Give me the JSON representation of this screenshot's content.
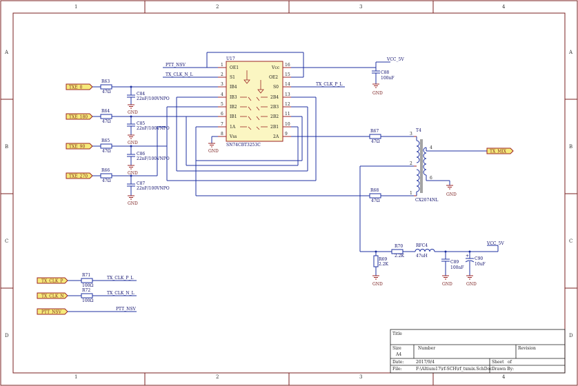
{
  "frame": {
    "col_labels": [
      "1",
      "2",
      "3",
      "4"
    ],
    "row_labels": [
      "A",
      "B",
      "C",
      "D"
    ]
  },
  "ic": {
    "refdes": "U17",
    "part": "SN74CBT3253C",
    "left_pins": [
      {
        "num": "1",
        "name": "OE1"
      },
      {
        "num": "2",
        "name": "S1"
      },
      {
        "num": "3",
        "name": "IB4"
      },
      {
        "num": "4",
        "name": "IB3"
      },
      {
        "num": "5",
        "name": "IB2"
      },
      {
        "num": "6",
        "name": "IB1"
      },
      {
        "num": "7",
        "name": "1A"
      },
      {
        "num": "8",
        "name": "Vss"
      }
    ],
    "right_pins": [
      {
        "num": "16",
        "name": "Vcc"
      },
      {
        "num": "15",
        "name": "OE2"
      },
      {
        "num": "14",
        "name": "S0"
      },
      {
        "num": "13",
        "name": "2B4"
      },
      {
        "num": "12",
        "name": "2B3"
      },
      {
        "num": "11",
        "name": "2B2"
      },
      {
        "num": "10",
        "name": "2B1"
      },
      {
        "num": "9",
        "name": "2A"
      }
    ]
  },
  "ports": {
    "txe_0": "TXE_0",
    "txe_180": "TXE_180",
    "txe_90": "TXE_90",
    "txe_270": "TXE_270",
    "tx_mix": "TX_MIX",
    "tx_clk_p": "TX_CLK_P",
    "tx_clk_n": "TX_CLK_N",
    "ptt_nsv": "PTT_NSV"
  },
  "nets": {
    "ptt_nsv": "PTT_NSV",
    "tx_clk_n_l": "TX_CLK_N_L",
    "tx_clk_p_l": "TX_CLK_P_L",
    "vcc_5v": "VCC_5V"
  },
  "gnd_label": "GND",
  "resistors": [
    {
      "ref": "R63",
      "value": "47Ω"
    },
    {
      "ref": "R64",
      "value": "47Ω"
    },
    {
      "ref": "R65",
      "value": "47Ω"
    },
    {
      "ref": "R66",
      "value": "47Ω"
    },
    {
      "ref": "R67",
      "value": "47Ω"
    },
    {
      "ref": "R68",
      "value": "47Ω"
    },
    {
      "ref": "R69",
      "value": "2.2K"
    },
    {
      "ref": "R70",
      "value": "2.2K"
    },
    {
      "ref": "R71",
      "value": "100Ω"
    },
    {
      "ref": "R72",
      "value": "100Ω"
    }
  ],
  "capacitors": [
    {
      "ref": "C84",
      "value": "22nF/100VNPO"
    },
    {
      "ref": "C85",
      "value": "22nF/100VNPO"
    },
    {
      "ref": "C86",
      "value": "22nF/100VNPO"
    },
    {
      "ref": "C87",
      "value": "22nF/100VNPO"
    },
    {
      "ref": "C88",
      "value": "100nF"
    },
    {
      "ref": "C89",
      "value": "100nF"
    },
    {
      "ref": "C90",
      "value": "10uF"
    }
  ],
  "inductor": {
    "ref": "RFC4",
    "value": "47uH"
  },
  "transformer": {
    "ref": "T4",
    "part": "CX2074NL",
    "pins": [
      "3",
      "2",
      "1",
      "4",
      "6"
    ]
  },
  "title_block": {
    "title_label": "Title",
    "size_label": "Size",
    "size_value": "A4",
    "number_label": "Number",
    "revision_label": "Revision",
    "date_label": "Date:",
    "date_value": "2017/9/4",
    "file_label": "File:",
    "file_value": "F:\\Altium17\\rf-SCH\\rf_txmix.SchDoc",
    "sheet_label": "Sheet",
    "sheet_of": "of",
    "drawn_label": "Drawn By:"
  }
}
